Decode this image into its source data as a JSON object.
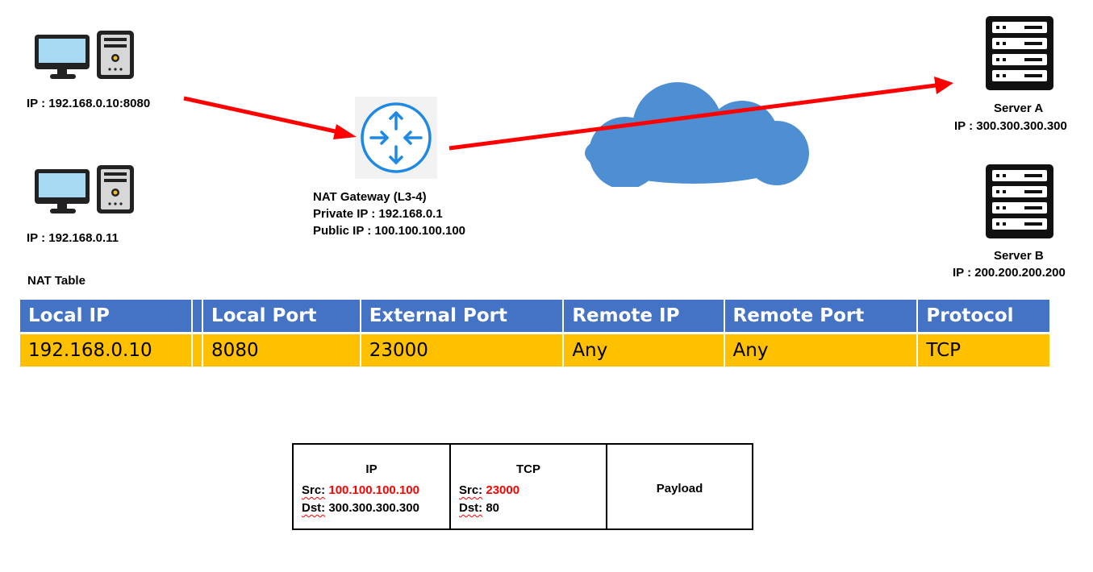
{
  "hosts": {
    "client1": {
      "label": "IP : 192.168.0.10:8080",
      "icon": "desktop-computer-icon"
    },
    "client2": {
      "label": "IP : 192.168.0.11",
      "icon": "desktop-computer-icon"
    }
  },
  "gateway": {
    "icon": "router-icon",
    "name": "NAT Gateway (L3-4)",
    "private_ip": "Private IP : 192.168.0.1",
    "public_ip": "Public IP : 100.100.100.100"
  },
  "cloud": {
    "icon": "cloud-icon",
    "color": "#4e8fd3"
  },
  "servers": {
    "a": {
      "name": "Server A",
      "ip": "IP : 300.300.300.300",
      "icon": "server-rack-icon"
    },
    "b": {
      "name": "Server B",
      "ip": "IP : 200.200.200.200",
      "icon": "server-rack-icon"
    }
  },
  "nat_table": {
    "title": "NAT Table",
    "columns": [
      "Local IP",
      "Local Port",
      "External Port",
      "Remote IP",
      "Remote Port",
      "Protocol"
    ],
    "rows": [
      [
        "192.168.0.10",
        "8080",
        "23000",
        "Any",
        "Any",
        "TCP"
      ]
    ],
    "header_color": "#4472c4",
    "row_color": "#ffc000"
  },
  "packet": {
    "ip": {
      "title": "IP",
      "src_label": "Src:",
      "src_value": "100.100.100.100",
      "dst_label": "Dst:",
      "dst_value": "300.300.300.300"
    },
    "tcp": {
      "title": "TCP",
      "src_label": "Src:",
      "src_value": "23000",
      "dst_label": "Dst:",
      "dst_value": "80"
    },
    "payload": "Payload"
  },
  "colors": {
    "arrow": "#ff0000",
    "highlight": "#ff0000"
  }
}
